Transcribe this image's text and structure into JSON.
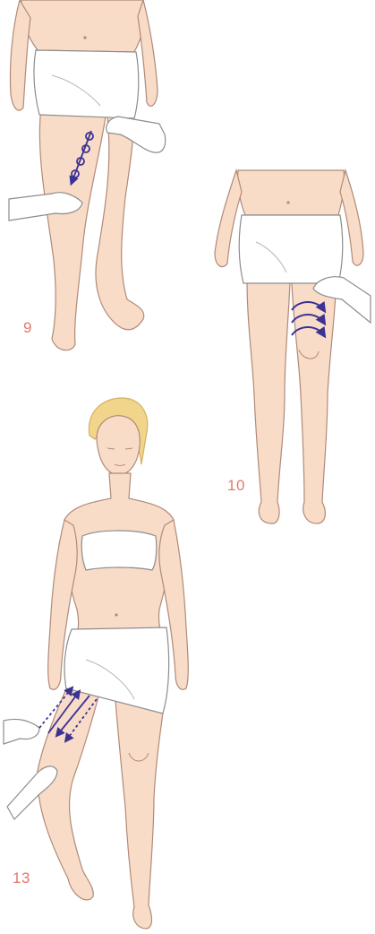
{
  "steps": [
    {
      "label": "9"
    },
    {
      "label": "10"
    },
    {
      "label": "13"
    }
  ],
  "colors": {
    "skin": "#f9dcc8",
    "skin_shadow": "#efc3a6",
    "outline": "#b08a78",
    "towel": "#ffffff",
    "towel_outline": "#8d8d8d",
    "arrow": "#3b3294",
    "label": "#e07a6e",
    "hair": "#f1d58a",
    "hair_shadow": "#d4b062"
  }
}
